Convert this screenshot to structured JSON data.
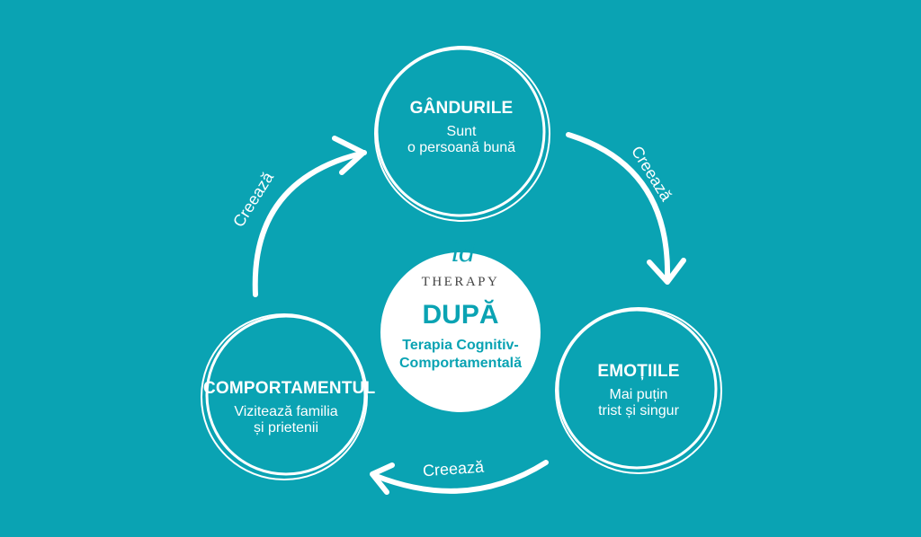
{
  "diagram": {
    "nodes": {
      "thoughts": {
        "title": "GÂNDURILE",
        "line1": "Sunt",
        "line2": "o persoană bună"
      },
      "emotions": {
        "title": "EMOȚIILE",
        "line1": "Mai puțin",
        "line2": "trist și singur"
      },
      "behavior": {
        "title": "COMPORTAMENTUL",
        "line1": "Vizitează familia",
        "line2": "și prietenii"
      }
    },
    "center": {
      "logo_script": "id",
      "logo_word": "THERAPY",
      "title": "DUPĂ",
      "subtitle_line1": "Terapia Cognitiv-",
      "subtitle_line2": "Comportamentală"
    },
    "arrows": {
      "right_label": "Creează",
      "bottom_label": "Creează",
      "left_label": "Creează"
    },
    "colors": {
      "background": "#0aa3b3",
      "ring": "#ffffff",
      "text": "#ffffff",
      "accent": "#0aa3b3"
    }
  }
}
